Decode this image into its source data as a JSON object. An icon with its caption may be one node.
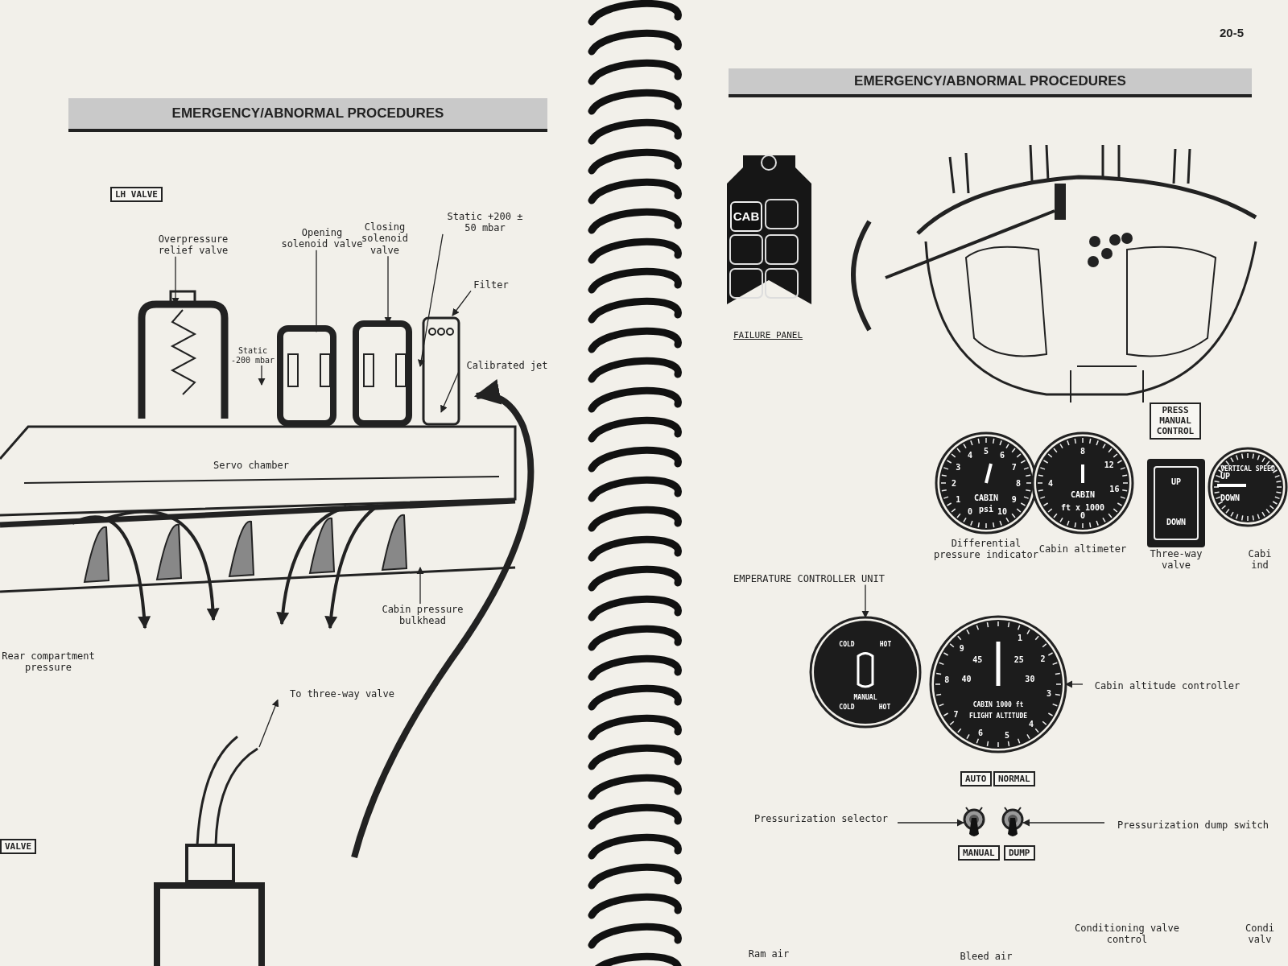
{
  "diagram": {
    "nodes": [
      {
        "text": [
          "EMERGENCY/ABNORMAL PROCEDURES"
        ]
      },
      {
        "text": [
          "LH VALVE"
        ]
      },
      {
        "text": [
          "Overpressure relief valve"
        ]
      },
      {
        "text": [
          "Opening solenoid valve"
        ]
      },
      {
        "text": [
          "Closing solenoid valve"
        ]
      },
      {
        "text": [
          "Static +200 ± 50 mbar"
        ]
      },
      {
        "text": [
          "Filter"
        ]
      },
      {
        "text": [
          "Static -200 mbar"
        ]
      },
      {
        "text": [
          "Calibrated jet"
        ]
      },
      {
        "text": [
          "Cabin pressure bulkhead"
        ]
      },
      {
        "text": [
          "To three-way valve"
        ]
      },
      {
        "text": [
          "VALVE"
        ]
      },
      {
        "text": [
          "EMERGENCY/ABNORMAL PROCEDURES"
        ]
      },
      {
        "text": [
          "FAILURE PANEL"
        ]
      },
      {
        "text": [
          "CAB"
        ],
        "in": 13
      },
      {
        "text": [
          "PRESS MANUAL CONTROL"
        ]
      },
      {
        "text": [
          "EMPERATURE CONTROLLER UNIT"
        ]
      },
      {
        "text": [
          "Cabin altitude controller"
        ]
      },
      {
        "text": [
          "AUTO"
        ]
      },
      {
        "text": [
          "NORMAL"
        ]
      },
      {
        "text": [
          "Pressurization selector"
        ]
      },
      {
        "text": [
          "Pressurization dump switch"
        ]
      },
      {
        "text": [
          "MANUAL"
        ]
      },
      {
        "text": [
          "DUMP"
        ]
      },
      {
        "text": [],
        "shape": "picture"
      },
      {
        "text": [],
        "shape": "picture"
      },
      {
        "text": [],
        "shape": "picture"
      },
      {
        "text": [],
        "shape": "picture"
      }
    ],
    "edges": [
      {
        "from": 2,
        "to": null,
        "arrow": "to"
      },
      {
        "from": 3,
        "to": null,
        "arrow": "to"
      },
      {
        "from": 4,
        "to": null,
        "arrow": "to"
      },
      {
        "from": 5,
        "to": null,
        "arrow": "to"
      },
      {
        "from": 6,
        "to": null,
        "arrow": "to"
      },
      {
        "from": 7,
        "to": null,
        "arrow": "to"
      },
      {
        "from": 8,
        "to": null,
        "arrow": "to"
      },
      {
        "from": 9,
        "to": null,
        "arrow": "to"
      },
      {
        "from": null,
        "to": 10,
        "arrow": "to"
      },
      {
        "from": 16,
        "to": 24,
        "arrow": "to"
      },
      {
        "from": 17,
        "to": 25,
        "arrow": "to"
      },
      {
        "from": 20,
        "to": 26,
        "arrow": "to"
      },
      {
        "from": 21,
        "to": 27,
        "arrow": "to"
      }
    ],
    "labels": [
      "20-5",
      "Servo chamber",
      "Rear compartment pressure",
      "0",
      "1",
      "2",
      "3",
      "4",
      "5",
      "6",
      "7",
      "8",
      "9",
      "10",
      "CABIN",
      "psi",
      "Differential pressure indicator",
      "0",
      "4",
      "8",
      "12",
      "16",
      "CABIN",
      "ft x 1000",
      "Cabin altimeter",
      "UP",
      "DOWN",
      "Three-way valve",
      "VERTICAL SPEED",
      "UP",
      "DOWN",
      "Cabi ind",
      "COLD",
      "HOT",
      "MANUAL",
      "COLD",
      "HOT",
      "CABIN 1000 ft",
      "FLIGHT ALTITUDE",
      "1",
      "2",
      "3",
      "4",
      "5",
      "6",
      "7",
      "8",
      "9",
      "25",
      "30",
      "40",
      "45",
      "Ram air",
      "Bleed air",
      "Conditioning valve control",
      "Condi valv"
    ]
  }
}
